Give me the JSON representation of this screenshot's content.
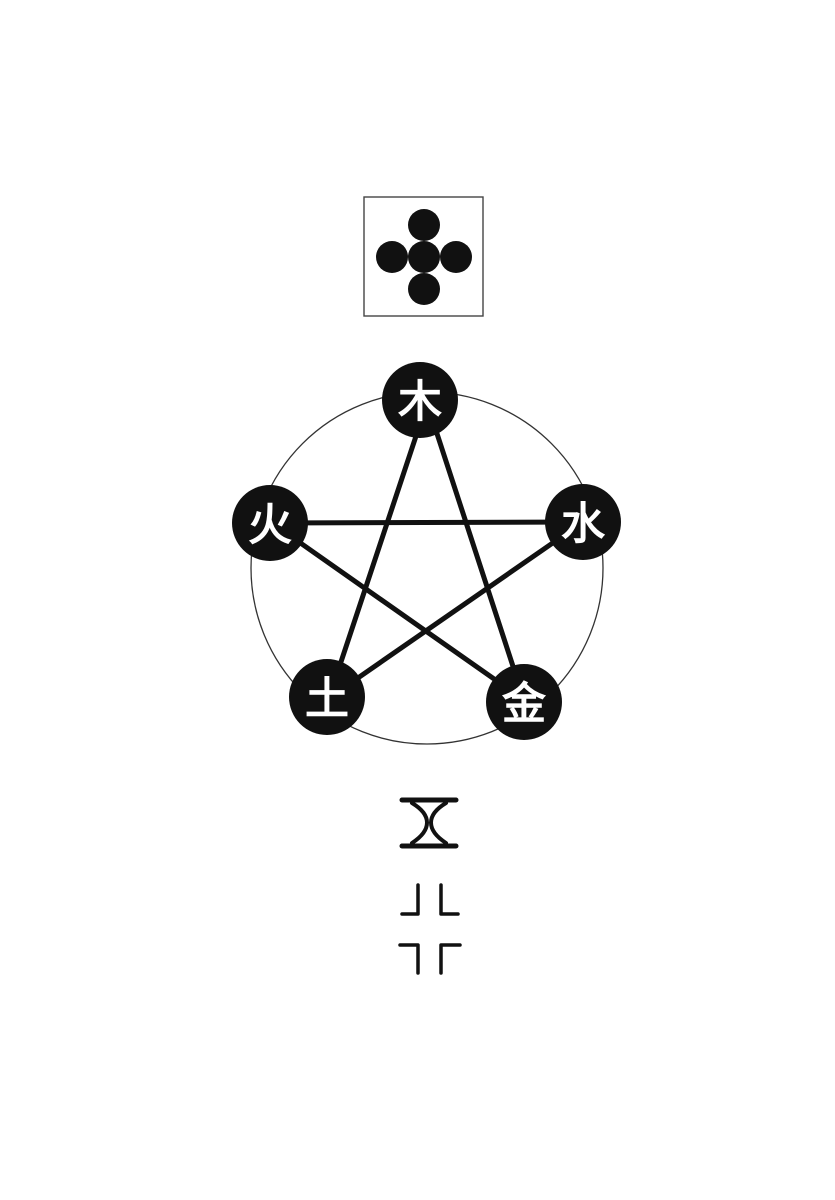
{
  "emblem": {
    "icon": "five-dots-cross-crest-icon",
    "dots": 5
  },
  "wuxing": {
    "nodes": [
      {
        "id": "wood",
        "label": "木"
      },
      {
        "id": "water",
        "label": "水"
      },
      {
        "id": "metal",
        "label": "金"
      },
      {
        "id": "earth",
        "label": "土"
      },
      {
        "id": "fire",
        "label": "火"
      }
    ],
    "star_order": [
      "wood",
      "earth",
      "water",
      "fire",
      "metal"
    ]
  },
  "footer": {
    "numeral_icon": "five-numeral-glyph-icon",
    "marks_icon": "quadrant-corner-marks-icon"
  },
  "colors": {
    "ink": "#111111",
    "paper": "#ffffff",
    "circle_stroke": "#333333",
    "frame_stroke": "#444444"
  }
}
